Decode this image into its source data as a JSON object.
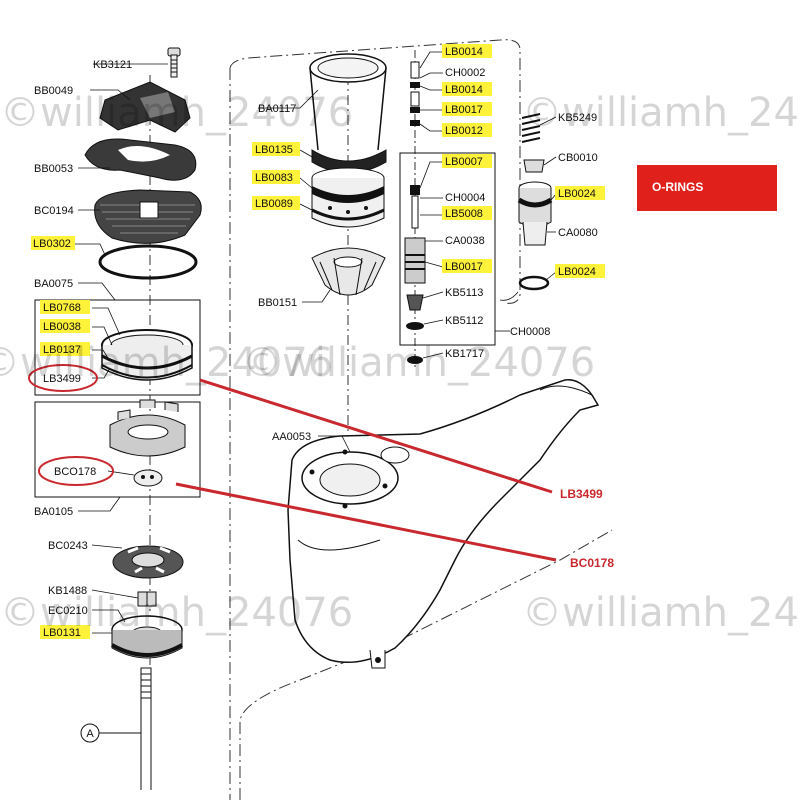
{
  "watermark": "©williamh_24076",
  "legend": {
    "text": "O-RINGS",
    "color": "#e0201b"
  },
  "highlight_color": "#fff23a",
  "accent_red": "#c8282e",
  "callouts": {
    "lb3499": "LB3499",
    "bc0178": "BC0178"
  },
  "labels": {
    "kb3121": "KB3121",
    "bb0049": "BB0049",
    "bb0053": "BB0053",
    "bc0194": "BC0194",
    "lb0302": "LB0302",
    "ba0075": "BA0075",
    "lb0768": "LB0768",
    "lb0038": "LB0038",
    "lb0137": "LB0137",
    "lb3499": "LB3499",
    "bco178": "BCO178",
    "ba0105": "BA0105",
    "bc0243": "BC0243",
    "kb1488": "KB1488",
    "ec0210": "EC0210",
    "lb0131": "LB0131",
    "a": "A",
    "ba0117": "BA0117",
    "lb0135": "LB0135",
    "lb0083": "LB0083",
    "lb0089": "LB0089",
    "bb0151": "BB0151",
    "aa0053": "AA0053",
    "lb0014a": "LB0014",
    "ch0002": "CH0002",
    "lb0014b": "LB0014",
    "lb0017a": "LB0017",
    "lb0012": "LB0012",
    "lb0007": "LB0007",
    "ch0004": "CH0004",
    "lb5008": "LB5008",
    "ca0038": "CA0038",
    "lb0017b": "LB0017",
    "kb5113": "KB5113",
    "kb5112": "KB5112",
    "ch0008": "CH0008",
    "kb1717": "KB1717",
    "kb5249": "KB5249",
    "cb0010": "CB0010",
    "lb0024a": "LB0024",
    "ca0080": "CA0080",
    "lb0024b": "LB0024"
  }
}
